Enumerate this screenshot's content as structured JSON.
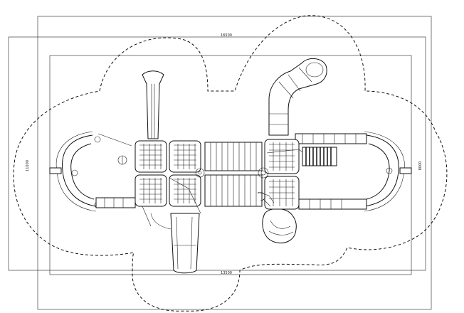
{
  "dimensions": {
    "overall_width": "16500",
    "inner_width": "13500",
    "overall_height": "11000",
    "inner_height": "8000"
  }
}
